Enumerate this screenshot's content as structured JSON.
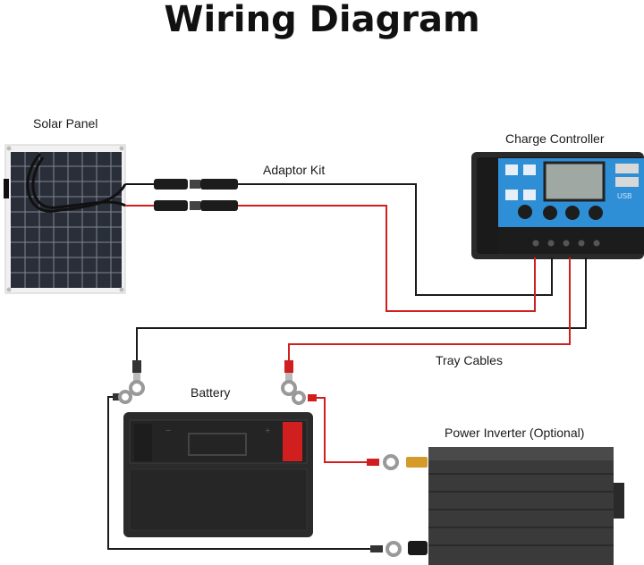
{
  "title": "Wiring Diagram",
  "labels": {
    "solar_panel": "Solar Panel",
    "adaptor_kit": "Adaptor Kit",
    "charge_controller": "Charge Controller",
    "tray_cables": "Tray Cables",
    "battery": "Battery",
    "power_inverter": "Power Inverter (Optional)"
  },
  "controller": {
    "usb_label": "USB"
  },
  "colors": {
    "positive_wire": "#d11f1f",
    "negative_wire": "#1a1a1a",
    "controller_panel": "#2f8fd6",
    "battery_body": "#2b2b2b",
    "inverter_body": "#3a3a3a"
  }
}
